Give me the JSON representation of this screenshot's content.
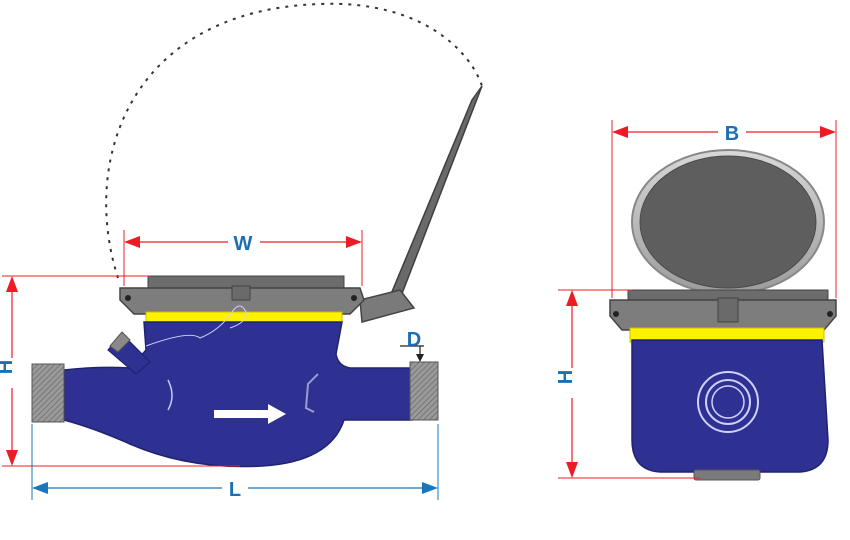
{
  "labels": {
    "w": "W",
    "h_left": "H",
    "l": "L",
    "d": "D",
    "b": "B",
    "h_right": "H"
  },
  "colors": {
    "body_blue": "#2e3192",
    "body_blue_dark": "#1f2370",
    "register_gray": "#7a7a7a",
    "register_dark": "#5a5a5a",
    "lid_gray": "#5e5e5e",
    "yellow_band": "#fff200",
    "thread": "#8a8a8a",
    "dim_red": "#ed1c24",
    "dim_blue": "#1b75bb",
    "label_blue": "#1c6fb5",
    "dotted": "#333333"
  }
}
